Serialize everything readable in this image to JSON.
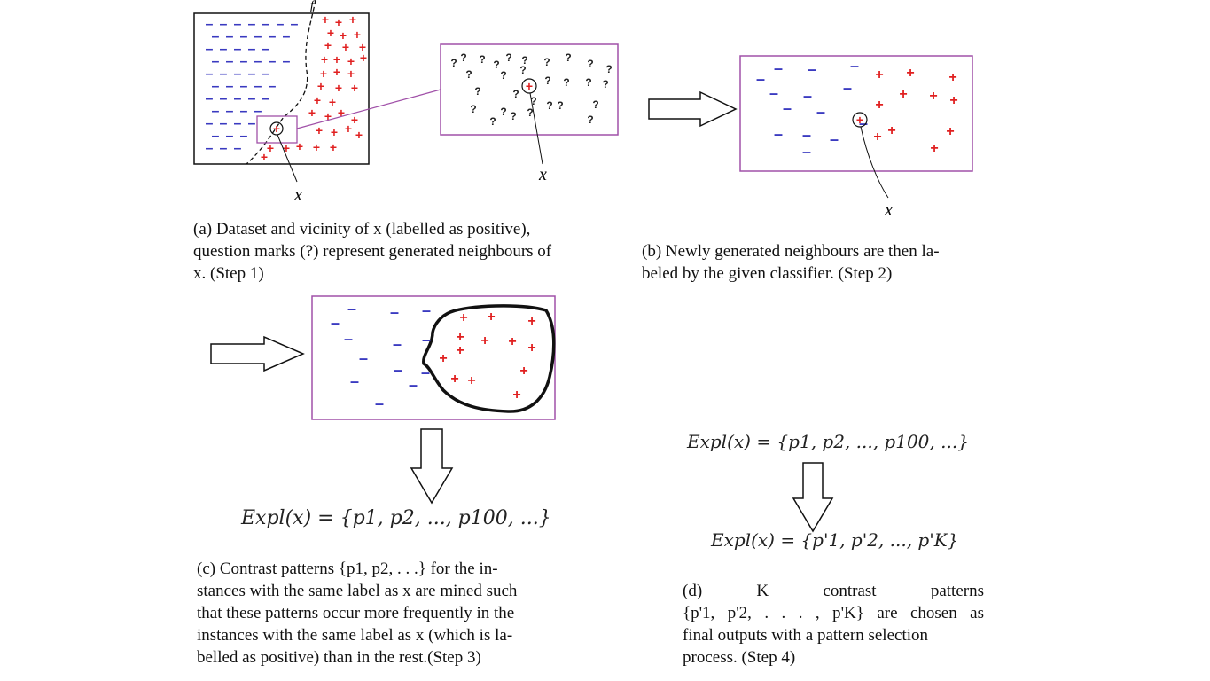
{
  "colors": {
    "negative": "#3a3ac0",
    "positive": "#e02020",
    "frame": "#a050a8",
    "border": "#111111"
  },
  "symbols": {
    "neg": "–",
    "pos": "+",
    "unknown": "?",
    "boundary": "f",
    "point": "x"
  },
  "caption_a": [
    "(a) Dataset and vicinity of x (labelled as positive),",
    "question marks (?) represent generated neighbours of",
    "x. (Step 1)"
  ],
  "caption_b": [
    "(b) Newly generated neighbours are then la-",
    "beled by the given classifier. (Step 2)"
  ],
  "caption_c": [
    "(c) Contrast patterns {p1, p2, . . .} for the in-",
    "stances with the same label as x are mined such",
    "that these patterns occur more frequently in the",
    "instances with the same label as x (which is la-",
    "belled as positive) than in the rest.(Step 3)"
  ],
  "caption_d": [
    "(d) K contrast patterns",
    "{p'1, p'2, . . . , p'K} are chosen as",
    "final outputs with a pattern selection",
    "process. (Step 4)"
  ],
  "eq_c": "Expl(x) = {p1, p2, ..., p100, ...}",
  "eq_d1": "Expl(x) = {p1, p2, ..., p100, ...}",
  "eq_d2": "Expl(x) = {p'1, p'2, ..., p'K}"
}
